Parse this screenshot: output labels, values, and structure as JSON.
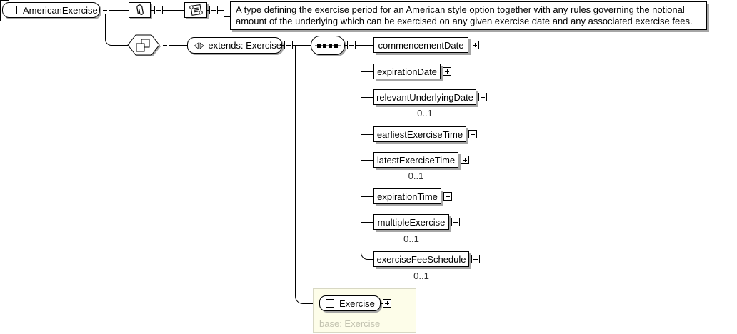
{
  "diagram": {
    "root": {
      "label": "AmericanExercise"
    },
    "documentation": "A type defining the exercise period for an American style option together with any rules governing the notional amount of the underlying which can be exercised on any given exercise date and any associated exercise fees.",
    "derivation": {
      "label": "extends: Exercise"
    },
    "children": [
      {
        "name": "commencementDate",
        "cardinality": ""
      },
      {
        "name": "expirationDate",
        "cardinality": ""
      },
      {
        "name": "relevantUnderlyingDate",
        "cardinality": "0..1"
      },
      {
        "name": "earliestExerciseTime",
        "cardinality": ""
      },
      {
        "name": "latestExerciseTime",
        "cardinality": "0..1"
      },
      {
        "name": "expirationTime",
        "cardinality": ""
      },
      {
        "name": "multipleExercise",
        "cardinality": "0..1"
      },
      {
        "name": "exerciseFeeSchedule",
        "cardinality": "0..1"
      }
    ],
    "base": {
      "label": "Exercise",
      "caption": "base: Exercise"
    },
    "icons": {
      "element": "square-icon",
      "annotation": "paperclip-icon",
      "documentation": "scroll-icon",
      "complex_content": "overlapping-squares-hexagon-icon",
      "extension": "double-triangle-icon",
      "sequence": "sequence-dots-icon",
      "collapse": "minus",
      "expand": "plus"
    },
    "colors": {
      "line": "#000000",
      "shadow": "#a6a6a6",
      "base_panel_fill": "#fdfde9",
      "base_panel_border": "#d8d8c4",
      "base_caption_text": "#c2c2b0"
    }
  }
}
